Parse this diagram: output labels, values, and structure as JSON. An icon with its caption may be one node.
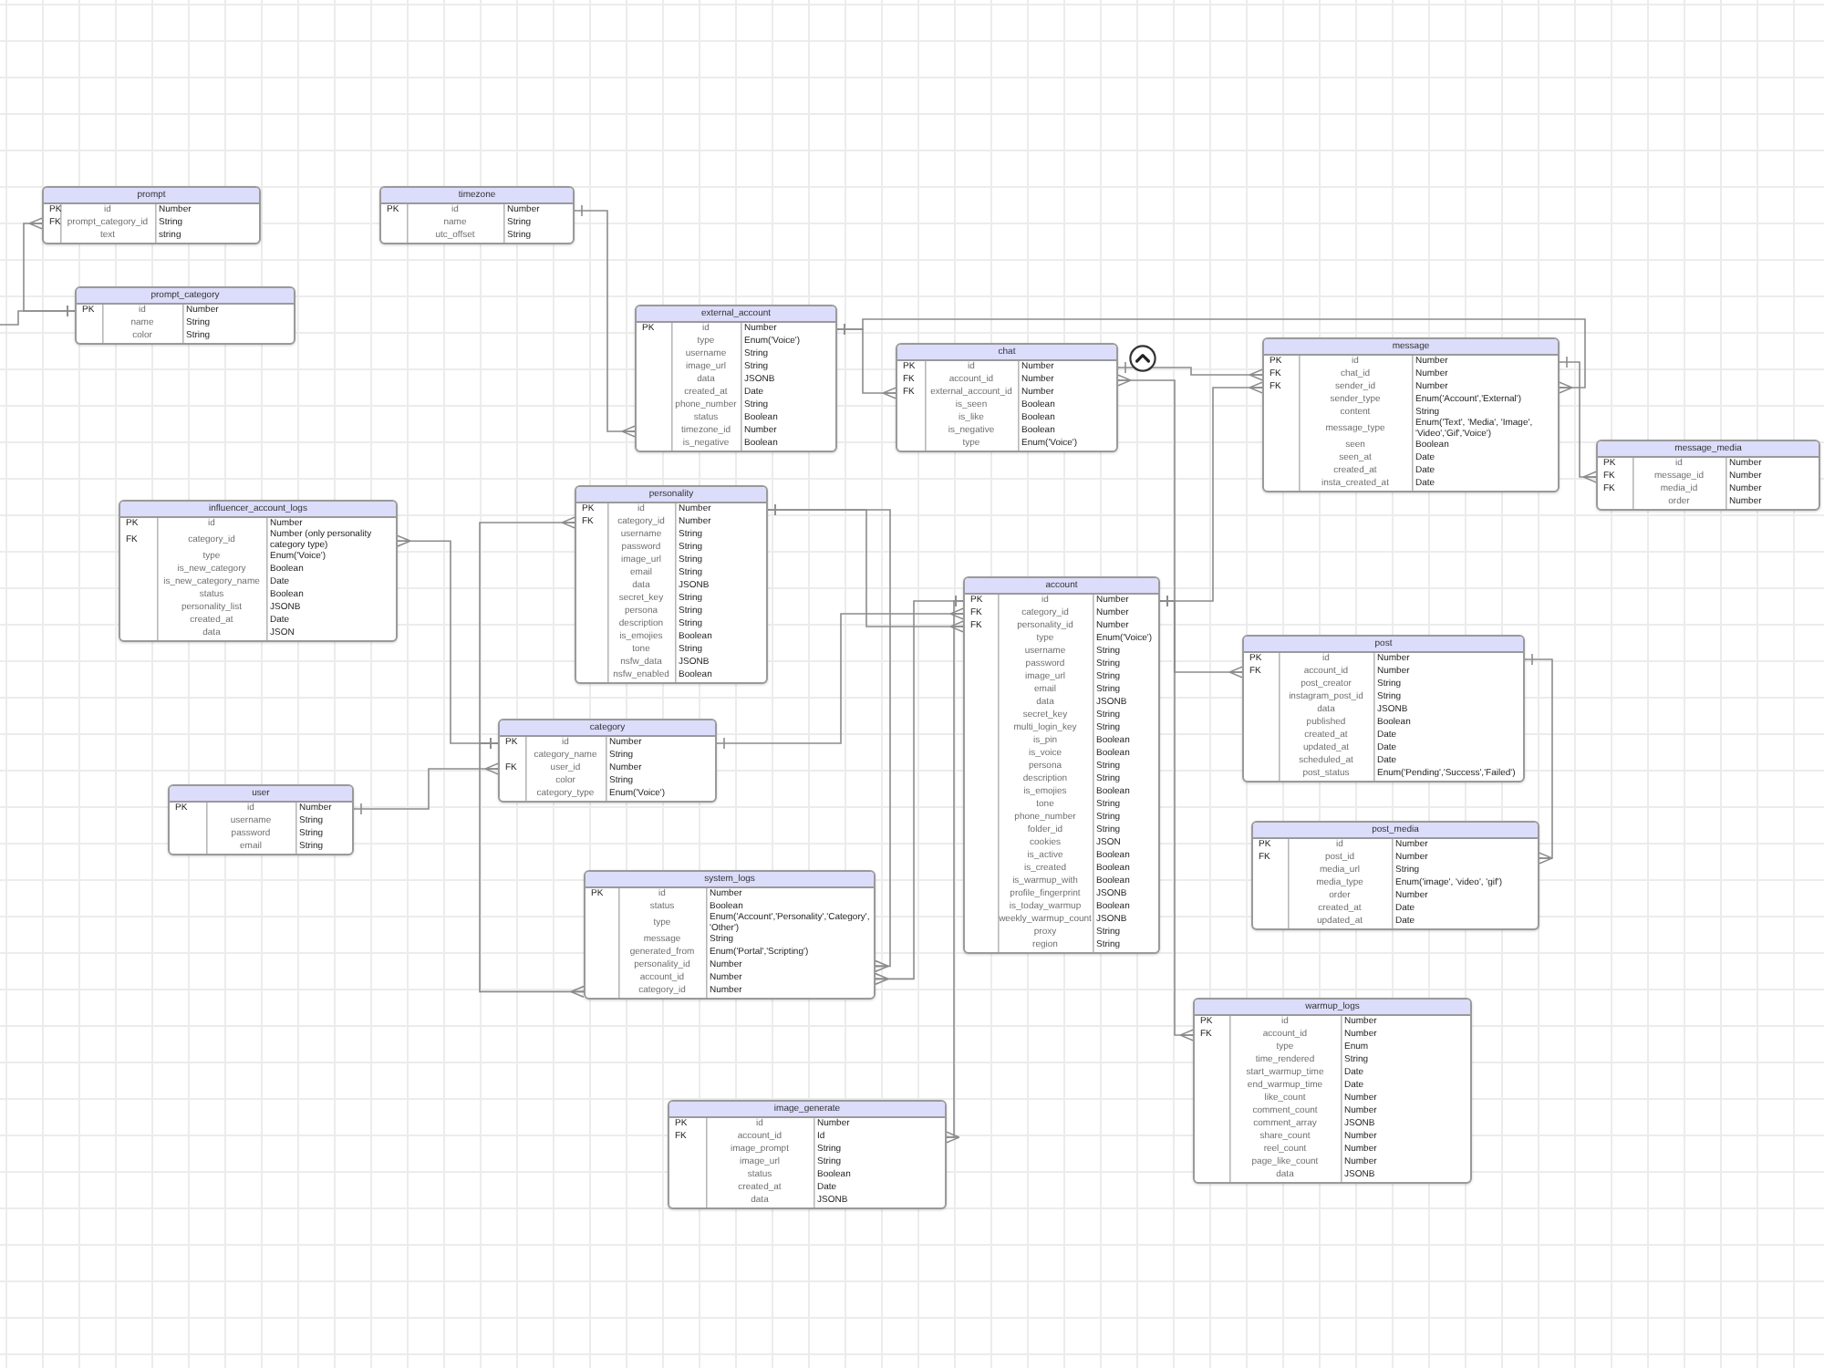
{
  "diagram": {
    "nodes": [
      {
        "text": [
          "prompt"
        ]
      },
      {
        "text": [
          "PK",
          "id",
          "Number"
        ],
        "in": 0
      },
      {
        "text": [
          "FK",
          "prompt_category_id",
          "String"
        ],
        "in": 0
      },
      {
        "text": [
          "text",
          "string"
        ],
        "in": 0
      },
      {
        "text": [
          "timezone"
        ]
      },
      {
        "text": [
          "PK",
          "id",
          "Number"
        ],
        "in": 4
      },
      {
        "text": [
          "name",
          "String"
        ],
        "in": 4
      },
      {
        "text": [
          "utc_offset",
          "String"
        ],
        "in": 4
      },
      {
        "text": [
          "prompt_category"
        ]
      },
      {
        "text": [
          "PK",
          "id",
          "Number"
        ],
        "in": 8
      },
      {
        "text": [
          "name",
          "String"
        ],
        "in": 8
      },
      {
        "text": [
          "color",
          "String"
        ],
        "in": 8
      },
      {
        "text": [
          "external_account"
        ]
      },
      {
        "text": [
          "PK",
          "id",
          "Number"
        ],
        "in": 12
      },
      {
        "text": [
          "type",
          "Enum('Voice')"
        ],
        "in": 12
      },
      {
        "text": [
          "username",
          "String"
        ],
        "in": 12
      },
      {
        "text": [
          "image_url",
          "String"
        ],
        "in": 12
      },
      {
        "text": [
          "data",
          "JSONB"
        ],
        "in": 12
      },
      {
        "text": [
          "created_at",
          "Date"
        ],
        "in": 12
      },
      {
        "text": [
          "phone_number",
          "String"
        ],
        "in": 12
      },
      {
        "text": [
          "status",
          "Boolean"
        ],
        "in": 12
      },
      {
        "text": [
          "timezone_id",
          "Number"
        ],
        "in": 12
      },
      {
        "text": [
          "is_negative",
          "Boolean"
        ],
        "in": 12
      },
      {
        "text": [
          "chat"
        ]
      },
      {
        "text": [
          "PK",
          "id",
          "Number"
        ],
        "in": 23
      },
      {
        "text": [
          "FK",
          "account_id",
          "Number"
        ],
        "in": 23
      },
      {
        "text": [
          "FK",
          "external_account_id",
          "Number"
        ],
        "in": 23
      },
      {
        "text": [
          "is_seen",
          "Boolean"
        ],
        "in": 23
      },
      {
        "text": [
          "is_like",
          "Boolean"
        ],
        "in": 23
      },
      {
        "text": [
          "is_negative",
          "Boolean"
        ],
        "in": 23
      },
      {
        "text": [
          "type",
          "Enum('Voice')"
        ],
        "in": 23
      },
      {
        "text": [
          "message"
        ]
      },
      {
        "text": [
          "PK",
          "id",
          "Number"
        ],
        "in": 31
      },
      {
        "text": [
          "FK",
          "chat_id",
          "Number"
        ],
        "in": 31
      },
      {
        "text": [
          "FK",
          "sender_id",
          "Number"
        ],
        "in": 31
      },
      {
        "text": [
          "sender_type",
          "Enum('Account','External')"
        ],
        "in": 31
      },
      {
        "text": [
          "content",
          "String"
        ],
        "in": 31
      },
      {
        "text": [
          "message_type",
          "Enum('Text', 'Media', 'Image', 'Video','Gif','Voice')"
        ],
        "in": 31
      },
      {
        "text": [
          "seen",
          "Boolean"
        ],
        "in": 31
      },
      {
        "text": [
          "seen_at",
          "Date"
        ],
        "in": 31
      },
      {
        "text": [
          "created_at",
          "Date"
        ],
        "in": 31
      },
      {
        "text": [
          "insta_created_at",
          "Date"
        ],
        "in": 31
      },
      {
        "text": [
          "message_media"
        ]
      },
      {
        "text": [
          "PK",
          "id",
          "Number"
        ],
        "in": 42
      },
      {
        "text": [
          "FK",
          "message_id",
          "Number"
        ],
        "in": 42
      },
      {
        "text": [
          "FK",
          "media_id",
          "Number"
        ],
        "in": 42
      },
      {
        "text": [
          "order",
          "Number"
        ],
        "in": 42
      },
      {
        "text": [
          "influencer_account_logs"
        ]
      },
      {
        "text": [
          "PK",
          "id",
          "Number"
        ],
        "in": 47
      },
      {
        "text": [
          "FK",
          "category_id",
          "Number (only personality category type)"
        ],
        "in": 47
      },
      {
        "text": [
          "type",
          "Enum('Voice')"
        ],
        "in": 47
      },
      {
        "text": [
          "is_new_category",
          "Boolean"
        ],
        "in": 47
      },
      {
        "text": [
          "is_new_category_name",
          "Date"
        ],
        "in": 47
      },
      {
        "text": [
          "status",
          "Boolean"
        ],
        "in": 47
      },
      {
        "text": [
          "personality_list",
          "JSONB"
        ],
        "in": 47
      },
      {
        "text": [
          "created_at",
          "Date"
        ],
        "in": 47
      },
      {
        "text": [
          "data",
          "JSON"
        ],
        "in": 47
      },
      {
        "text": [
          "personality"
        ]
      },
      {
        "text": [
          "PK",
          "id",
          "Number"
        ],
        "in": 57
      },
      {
        "text": [
          "FK",
          "category_id",
          "Number"
        ],
        "in": 57
      },
      {
        "text": [
          "username",
          "String"
        ],
        "in": 57
      },
      {
        "text": [
          "password",
          "String"
        ],
        "in": 57
      },
      {
        "text": [
          "image_url",
          "String"
        ],
        "in": 57
      },
      {
        "text": [
          "email",
          "String"
        ],
        "in": 57
      },
      {
        "text": [
          "data",
          "JSONB"
        ],
        "in": 57
      },
      {
        "text": [
          "secret_key",
          "String"
        ],
        "in": 57
      },
      {
        "text": [
          "persona",
          "String"
        ],
        "in": 57
      },
      {
        "text": [
          "description",
          "String"
        ],
        "in": 57
      },
      {
        "text": [
          "is_emojies",
          "Boolean"
        ],
        "in": 57
      },
      {
        "text": [
          "tone",
          "String"
        ],
        "in": 57
      },
      {
        "text": [
          "nsfw_data",
          "JSONB"
        ],
        "in": 57
      },
      {
        "text": [
          "nsfw_enabled",
          "Boolean"
        ],
        "in": 57
      },
      {
        "text": [
          "account"
        ]
      },
      {
        "text": [
          "PK",
          "id",
          "Number"
        ],
        "in": 72
      },
      {
        "text": [
          "FK",
          "category_id",
          "Number"
        ],
        "in": 72
      },
      {
        "text": [
          "FK",
          "personality_id",
          "Number"
        ],
        "in": 72
      },
      {
        "text": [
          "type",
          "Enum('Voice')"
        ],
        "in": 72
      },
      {
        "text": [
          "username",
          "String"
        ],
        "in": 72
      },
      {
        "text": [
          "password",
          "String"
        ],
        "in": 72
      },
      {
        "text": [
          "image_url",
          "String"
        ],
        "in": 72
      },
      {
        "text": [
          "email",
          "String"
        ],
        "in": 72
      },
      {
        "text": [
          "data",
          "JSONB"
        ],
        "in": 72
      },
      {
        "text": [
          "secret_key",
          "String"
        ],
        "in": 72
      },
      {
        "text": [
          "multi_login_key",
          "String"
        ],
        "in": 72
      },
      {
        "text": [
          "is_pin",
          "Boolean"
        ],
        "in": 72
      },
      {
        "text": [
          "is_voice",
          "Boolean"
        ],
        "in": 72
      },
      {
        "text": [
          "persona",
          "String"
        ],
        "in": 72
      },
      {
        "text": [
          "description",
          "String"
        ],
        "in": 72
      },
      {
        "text": [
          "is_emojies",
          "Boolean"
        ],
        "in": 72
      },
      {
        "text": [
          "tone",
          "String"
        ],
        "in": 72
      },
      {
        "text": [
          "phone_number",
          "String"
        ],
        "in": 72
      },
      {
        "text": [
          "folder_id",
          "String"
        ],
        "in": 72
      },
      {
        "text": [
          "cookies",
          "JSON"
        ],
        "in": 72
      },
      {
        "text": [
          "is_active",
          "Boolean"
        ],
        "in": 72
      },
      {
        "text": [
          "is_created",
          "Boolean"
        ],
        "in": 72
      },
      {
        "text": [
          "is_warmup_with",
          "Boolean"
        ],
        "in": 72
      },
      {
        "text": [
          "profile_fingerprint",
          "JSONB"
        ],
        "in": 72
      },
      {
        "text": [
          "is_today_warmup",
          "Boolean"
        ],
        "in": 72
      },
      {
        "text": [
          "weekly_warmup_count",
          "JSONB"
        ],
        "in": 72
      },
      {
        "text": [
          "proxy",
          "String"
        ],
        "in": 72
      },
      {
        "text": [
          "region",
          "String"
        ],
        "in": 72
      },
      {
        "text": [
          "post"
        ]
      },
      {
        "text": [
          "PK",
          "id",
          "Number"
        ],
        "in": 101
      },
      {
        "text": [
          "FK",
          "account_id",
          "Number"
        ],
        "in": 101
      },
      {
        "text": [
          "post_creator",
          "String"
        ],
        "in": 101
      },
      {
        "text": [
          "instagram_post_id",
          "String"
        ],
        "in": 101
      },
      {
        "text": [
          "data",
          "JSONB"
        ],
        "in": 101
      },
      {
        "text": [
          "published",
          "Boolean"
        ],
        "in": 101
      },
      {
        "text": [
          "created_at",
          "Date"
        ],
        "in": 101
      },
      {
        "text": [
          "updated_at",
          "Date"
        ],
        "in": 101
      },
      {
        "text": [
          "scheduled_at",
          "Date"
        ],
        "in": 101
      },
      {
        "text": [
          "post_status",
          "Enum('Pending','Success','Failed')"
        ],
        "in": 101
      },
      {
        "text": [
          "category"
        ]
      },
      {
        "text": [
          "PK",
          "id",
          "Number"
        ],
        "in": 112
      },
      {
        "text": [
          "category_name",
          "String"
        ],
        "in": 112
      },
      {
        "text": [
          "FK",
          "user_id",
          "Number"
        ],
        "in": 112
      },
      {
        "text": [
          "color",
          "String"
        ],
        "in": 112
      },
      {
        "text": [
          "category_type",
          "Enum('Voice')"
        ],
        "in": 112
      },
      {
        "text": [
          "user"
        ]
      },
      {
        "text": [
          "PK",
          "id",
          "Number"
        ],
        "in": 118
      },
      {
        "text": [
          "username",
          "String"
        ],
        "in": 118
      },
      {
        "text": [
          "password",
          "String"
        ],
        "in": 118
      },
      {
        "text": [
          "email",
          "String"
        ],
        "in": 118
      },
      {
        "text": [
          "post_media"
        ]
      },
      {
        "text": [
          "PK",
          "id",
          "Number"
        ],
        "in": 123
      },
      {
        "text": [
          "FK",
          "post_id",
          "Number"
        ],
        "in": 123
      },
      {
        "text": [
          "media_url",
          "String"
        ],
        "in": 123
      },
      {
        "text": [
          "media_type",
          "Enum('image', 'video', 'gif')"
        ],
        "in": 123
      },
      {
        "text": [
          "order",
          "Number"
        ],
        "in": 123
      },
      {
        "text": [
          "created_at",
          "Date"
        ],
        "in": 123
      },
      {
        "text": [
          "updated_at",
          "Date"
        ],
        "in": 123
      },
      {
        "text": [
          "system_logs"
        ]
      },
      {
        "text": [
          "PK",
          "id",
          "Number"
        ],
        "in": 131
      },
      {
        "text": [
          "status",
          "Boolean"
        ],
        "in": 131
      },
      {
        "text": [
          "type",
          "Enum('Account','Personality','Category', 'Other')"
        ],
        "in": 131
      },
      {
        "text": [
          "message",
          "String"
        ],
        "in": 131
      },
      {
        "text": [
          "generated_from",
          "Enum('Portal','Scripting')"
        ],
        "in": 131
      },
      {
        "text": [
          "personality_id",
          "Number"
        ],
        "in": 131
      },
      {
        "text": [
          "account_id",
          "Number"
        ],
        "in": 131
      },
      {
        "text": [
          "category_id",
          "Number"
        ],
        "in": 131
      },
      {
        "text": [
          "warmup_logs"
        ]
      },
      {
        "text": [
          "PK",
          "id",
          "Number"
        ],
        "in": 140
      },
      {
        "text": [
          "FK",
          "account_id",
          "Number"
        ],
        "in": 140
      },
      {
        "text": [
          "type",
          "Enum"
        ],
        "in": 140
      },
      {
        "text": [
          "time_rendered",
          "String"
        ],
        "in": 140
      },
      {
        "text": [
          "start_warmup_time",
          "Date"
        ],
        "in": 140
      },
      {
        "text": [
          "end_warmup_time",
          "Date"
        ],
        "in": 140
      },
      {
        "text": [
          "like_count",
          "Number"
        ],
        "in": 140
      },
      {
        "text": [
          "comment_count",
          "Number"
        ],
        "in": 140
      },
      {
        "text": [
          "comment_array",
          "JSONB"
        ],
        "in": 140
      },
      {
        "text": [
          "share_count",
          "Number"
        ],
        "in": 140
      },
      {
        "text": [
          "reel_count",
          "Number"
        ],
        "in": 140
      },
      {
        "text": [
          "page_like_count",
          "Number"
        ],
        "in": 140
      },
      {
        "text": [
          "data",
          "JSONB"
        ],
        "in": 140
      },
      {
        "text": [
          "image_generate"
        ]
      },
      {
        "text": [
          "PK",
          "id",
          "Number"
        ],
        "in": 154
      },
      {
        "text": [
          "FK",
          "account_id",
          "Id"
        ],
        "in": 154
      },
      {
        "text": [
          "image_prompt",
          "String"
        ],
        "in": 154
      },
      {
        "text": [
          "image_url",
          "String"
        ],
        "in": 154
      },
      {
        "text": [
          "status",
          "Boolean"
        ],
        "in": 154
      },
      {
        "text": [
          "created_at",
          "Date"
        ],
        "in": 154
      },
      {
        "text": [
          "data",
          "JSONB"
        ],
        "in": 154
      }
    ],
    "edges": [
      {
        "from": 9,
        "to": 2,
        "arrow": "other"
      },
      {
        "from": 9,
        "to": null,
        "arrow": "other"
      },
      {
        "from": 5,
        "to": 21,
        "arrow": "other"
      },
      {
        "from": 13,
        "to": 26,
        "arrow": "other"
      },
      {
        "from": 24,
        "to": 33,
        "arrow": "other"
      },
      {
        "from": 73,
        "to": 25,
        "arrow": "other"
      },
      {
        "from": 73,
        "to": 34,
        "arrow": "other"
      },
      {
        "from": 73,
        "to": 103,
        "arrow": "other"
      },
      {
        "from": 73,
        "to": 142,
        "arrow": "other"
      },
      {
        "from": 73,
        "to": 156,
        "arrow": "other"
      },
      {
        "from": 73,
        "to": 138,
        "arrow": "other"
      },
      {
        "from": 58,
        "to": 137,
        "arrow": "other"
      },
      {
        "from": 58,
        "to": 75,
        "arrow": "other"
      },
      {
        "from": 113,
        "to": 74,
        "arrow": "other"
      },
      {
        "from": 113,
        "to": 59,
        "arrow": "other"
      },
      {
        "from": 113,
        "to": 139,
        "arrow": "other"
      },
      {
        "from": 113,
        "to": 49,
        "arrow": "other"
      },
      {
        "from": 119,
        "to": 115,
        "arrow": "other"
      },
      {
        "from": 32,
        "to": 44,
        "arrow": "other"
      },
      {
        "from": 102,
        "to": 125,
        "arrow": "other"
      },
      {
        "from": 13,
        "to": 34,
        "arrow": "other"
      }
    ]
  }
}
